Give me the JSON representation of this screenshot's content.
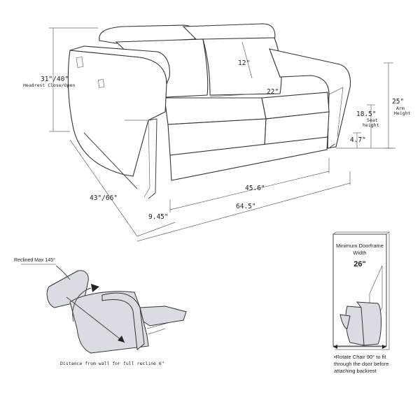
{
  "sofa_dims": {
    "headrest_value": "31\"/40\"",
    "headrest_label": "Headrest Close/Open",
    "cushion_depth": "12\"",
    "seat_width": "22\"",
    "arm_height_value": "25\"",
    "arm_height_label_1": "Arm",
    "arm_height_label_2": "Height",
    "seat_height_value": "18.5\"",
    "seat_height_label_1": "Seat",
    "seat_height_label_2": "height",
    "leg_height": "4.7\"",
    "depth": "43\"/66\"",
    "inner_width": "45.6\"",
    "total_width": "64.5\"",
    "arm_width": "9.45\""
  },
  "recliner": {
    "reclined_max": "Reclined Max 145°",
    "wall_distance": "Distance from wall for full recline 6\""
  },
  "doorframe": {
    "title_1": "Minimum Doorframe",
    "title_2": "Width",
    "width": "26\"",
    "note_1": "•Rotate Chair 90° to fit",
    "note_2": "through the door before",
    "note_3": "attaching backrest"
  }
}
